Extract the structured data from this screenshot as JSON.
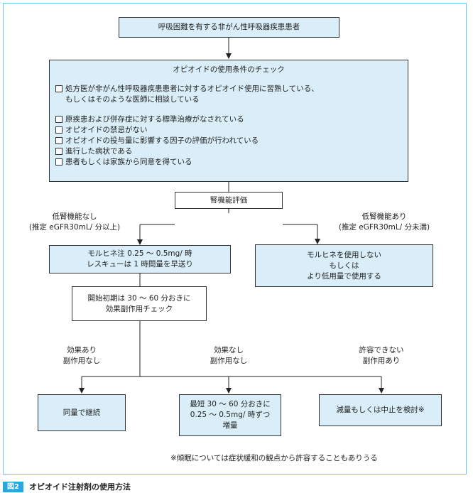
{
  "title_box": "呼吸困難を有する非がん性呼吸器疾患患者",
  "check": {
    "heading": "オピオイドの使用条件のチェック",
    "first_item_line1": "処方医が非がん性呼吸器疾患患者に対するオピオイド使用に習熟している、",
    "first_item_line2": "もしくはそのような医師に相談している",
    "items": [
      "原疾患および併存症に対する標準治療がなされている",
      "オピオイドの禁忌がない",
      "オピオイドの投与量に影響する因子の評価が行われている",
      "進行した病状である",
      "患者もしくは家族から同意を得ている"
    ]
  },
  "renal_box": "腎機能評価",
  "left_branch": {
    "line1": "低腎機能なし",
    "line2": "(推定 eGFR30mL/ 分以上)"
  },
  "right_branch": {
    "line1": "低腎機能あり",
    "line2": "(推定 eGFR30mL/ 分未満)"
  },
  "morphine_box": {
    "line1": "モルヒネ注 0.25 ～ 0.5mg/ 時",
    "line2": "レスキューは 1 時間量を早送り"
  },
  "no_morphine_box": {
    "line1": "モルヒネを使用しない",
    "line2": "もしくは",
    "line3": "より低用量で使用する"
  },
  "initial_box": {
    "line1": "開始初期は 30 ～ 60 分おきに",
    "line2": "効果副作用チェック"
  },
  "outcomes": [
    {
      "line1": "効果あり",
      "line2": "副作用なし"
    },
    {
      "line1": "効果なし",
      "line2": "副作用なし"
    },
    {
      "line1": "許容できない",
      "line2": "副作用あり"
    }
  ],
  "result_boxes": {
    "continue": "同量で継続",
    "increase": {
      "line1": "最短 30 ～ 60 分おきに",
      "line2": "0.25 ～ 0.5mg/ 時ずつ",
      "line3": "増量"
    },
    "reduce": "減量もしくは中止を検討※"
  },
  "footnote": "※傾眠については症状緩和の観点から許容することもありうる",
  "figure": {
    "tag": "図2",
    "title": "オピオイド注射剤の使用方法"
  },
  "colors": {
    "box_fill": "#d9eef8",
    "frame": "#6ec6e8",
    "tag": "#29a7df"
  }
}
